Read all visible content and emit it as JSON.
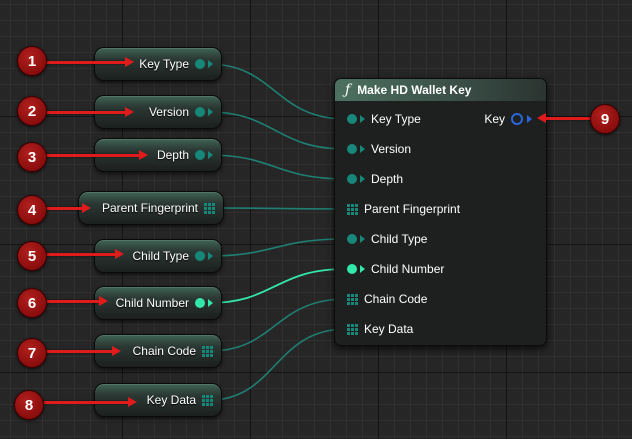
{
  "variables": [
    {
      "label": "Key Type",
      "pin": "circle-pin-icon"
    },
    {
      "label": "Version",
      "pin": "circle-pin-icon"
    },
    {
      "label": "Depth",
      "pin": "circle-pin-icon"
    },
    {
      "label": "Parent Fingerprint",
      "pin": "array-pin-icon"
    },
    {
      "label": "Child Type",
      "pin": "circle-pin-icon"
    },
    {
      "label": "Child Number",
      "pin": "circle-pin-icon"
    },
    {
      "label": "Chain Code",
      "pin": "array-pin-icon"
    },
    {
      "label": "Key Data",
      "pin": "array-pin-icon"
    }
  ],
  "function_node": {
    "title": "Make HD Wallet Key",
    "icon": "function-icon",
    "inputs": [
      {
        "label": "Key Type",
        "pin": "circle-pin-icon"
      },
      {
        "label": "Version",
        "pin": "circle-pin-icon"
      },
      {
        "label": "Depth",
        "pin": "circle-pin-icon"
      },
      {
        "label": "Parent Fingerprint",
        "pin": "array-pin-icon"
      },
      {
        "label": "Child Type",
        "pin": "circle-pin-icon"
      },
      {
        "label": "Child Number",
        "pin": "circle-pin-icon"
      },
      {
        "label": "Chain Code",
        "pin": "array-pin-icon"
      },
      {
        "label": "Key Data",
        "pin": "array-pin-icon"
      }
    ],
    "output": {
      "label": "Key",
      "pin": "struct-pin-icon"
    }
  },
  "callouts": [
    "1",
    "2",
    "3",
    "4",
    "5",
    "6",
    "7",
    "8",
    "9"
  ],
  "colors": {
    "wire": "#1f7f72",
    "wire_bright": "#33e6a9",
    "pin": "#17877a",
    "output_pin": "#2a66d9",
    "callout": "#8a0d0d",
    "arrow": "#e01b1b"
  }
}
